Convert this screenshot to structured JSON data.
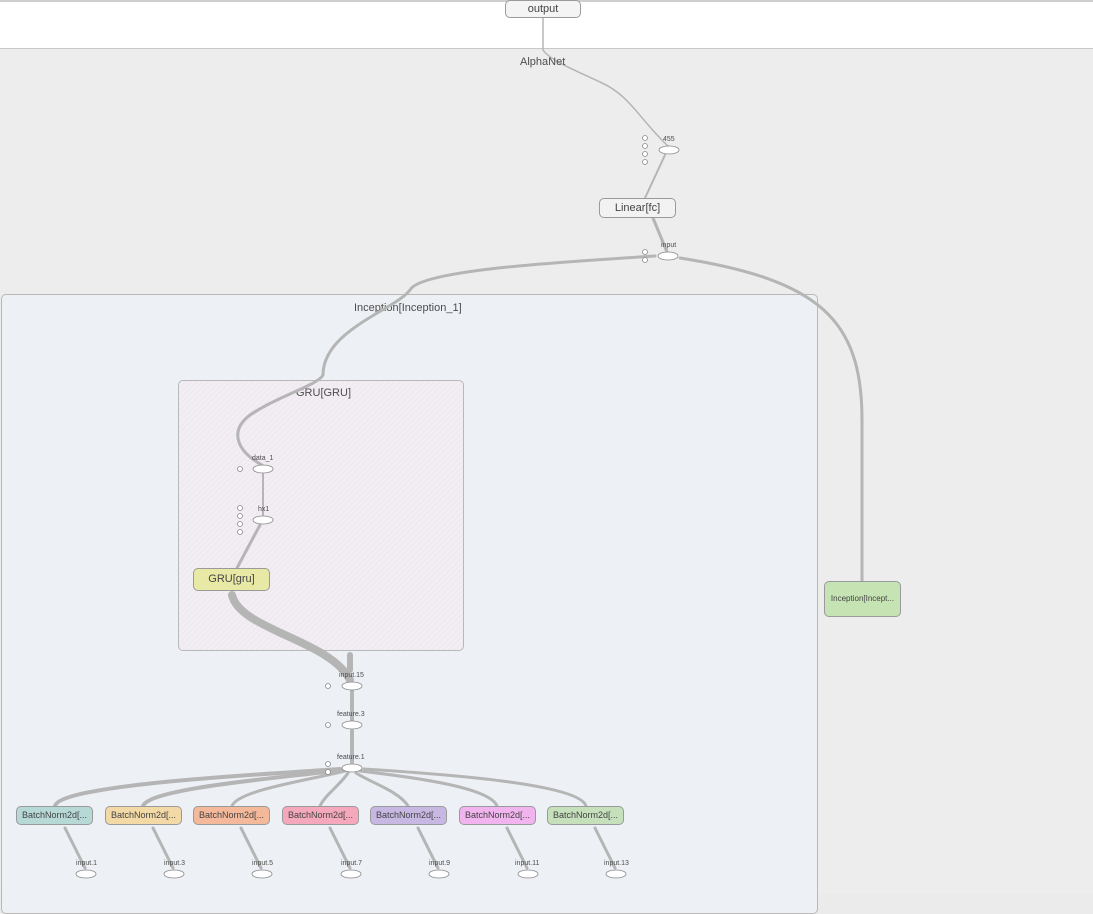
{
  "graph": {
    "output_label": "output",
    "root_label": "AlphaNet",
    "inception_group_label": "Inception[Inception_1]",
    "gru_group_label": "GRU[GRU]",
    "gru_module_label": "GRU[gru]",
    "linear_label": "Linear[fc]",
    "inception_other_label": "Inception[Incept...",
    "ops": {
      "op_455": "455",
      "op_input": "input",
      "op_data1": "data_1",
      "op_inner": "hx1",
      "op_input15": "input.15",
      "op_feature3": "feature.3",
      "op_feature1": "feature.1"
    },
    "batchnorm_labels": [
      "BatchNorm2d[...",
      "BatchNorm2d[...",
      "BatchNorm2d[...",
      "BatchNorm2d[...",
      "BatchNorm2d[...",
      "BatchNorm2d[...",
      "BatchNorm2d[..."
    ],
    "input_labels": [
      "input.1",
      "input.3",
      "input.5",
      "input.7",
      "input.9",
      "input.11",
      "input.13"
    ],
    "colors": {
      "batchnorm_fills": [
        "#b6d9d6",
        "#f3d9a6",
        "#f4b99a",
        "#f5a8bc",
        "#c7b8e3",
        "#f2b4ee",
        "#c5e0bb"
      ],
      "gru_module_fill": "#e9e9a6",
      "inception_other_fill": "#c5e3b3"
    }
  }
}
